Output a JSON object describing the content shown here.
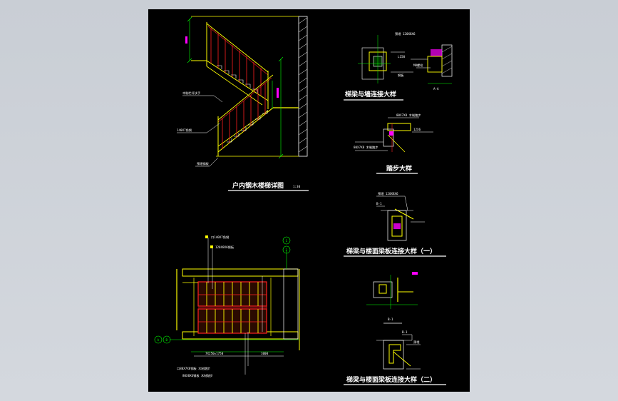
{
  "captions": {
    "main_stair": "户内钢木楼梯详图",
    "main_scale": "1:30",
    "beam_wall": "梯梁与墙连接大样",
    "tread": "踏步大样",
    "beam_slab_1": "梯梁与楼面梁板连接大样（一）",
    "section_a": "A-A",
    "section_b": "B-1",
    "beam_slab_2": "梯梁与楼面梁板连接大样（二）"
  },
  "notes": {
    "stair_rail": "木制栏杆扶手",
    "stair_stringer": "140X7角钢",
    "stair_base": "预埋钢板",
    "plan_n1": "口140X7角钢",
    "plan_n2": "120X8X6钢板",
    "plan_n3": "口80X7X8钢板 木制踏步",
    "plan_n4": "80X8X6钢板 木制踏步",
    "plan_dim1": "7X250=1750",
    "plan_dim2": "1000",
    "axis_a": "A",
    "axis_b": "B",
    "axis_1": "1",
    "axis_2": "2",
    "wall_n1": "预埋 120X8X6",
    "wall_n2": "L150",
    "wall_n3": "M8螺栓",
    "wall_n4": "钢板",
    "tread_n1": "80X7X8 木制踏步",
    "tread_n2": "12X6",
    "tread_n3": "80X7X8 木制踏步",
    "slab1_n1": "预埋 120X8X6",
    "slab1_n2": "B-1",
    "slab2_n1": "B-1",
    "slab2_n2": "预埋"
  },
  "colors": {
    "sheet": "#000000",
    "frame": "#cdd2d8",
    "line_yellow": "#ffff00",
    "line_red": "#ff2020",
    "line_green": "#00ff00",
    "line_white": "#ffffff",
    "line_magenta": "#ff00ff",
    "line_cyan": "#00ffff"
  }
}
